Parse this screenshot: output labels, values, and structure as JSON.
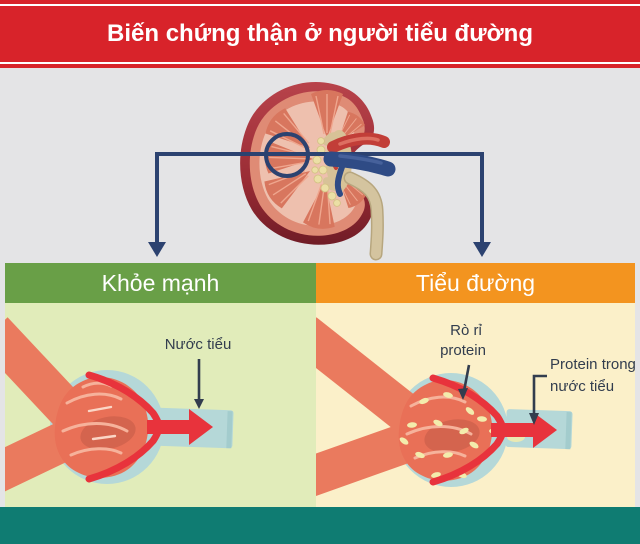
{
  "banner": {
    "title": "Biến chứng thận ở người tiểu đường"
  },
  "healthy": {
    "header": "Khỏe mạnh",
    "urine_label": "Nước tiểu"
  },
  "diabetes": {
    "header": "Tiểu đường",
    "leak_line1": "Rò rỉ",
    "leak_line2": "protein",
    "protein_line1": "Protein trong",
    "protein_line2": "nước tiểu"
  },
  "colors": {
    "banner_red": "#d8232a",
    "bg_gray": "#e4e4e6",
    "navy": "#2c4270",
    "label_navy": "#323d4e",
    "green_header": "#699f47",
    "green_body": "#e1ecba",
    "orange_header": "#f3941f",
    "cream_body": "#fbf0c9",
    "teal_footer": "#0f7c72",
    "salmon": "#ea7a5e",
    "capsule_blue": "#b5d8d8",
    "tuft_salmon": "#e97057",
    "arrow_red": "#e8333c",
    "protein_yellow": "#f3ecac"
  }
}
